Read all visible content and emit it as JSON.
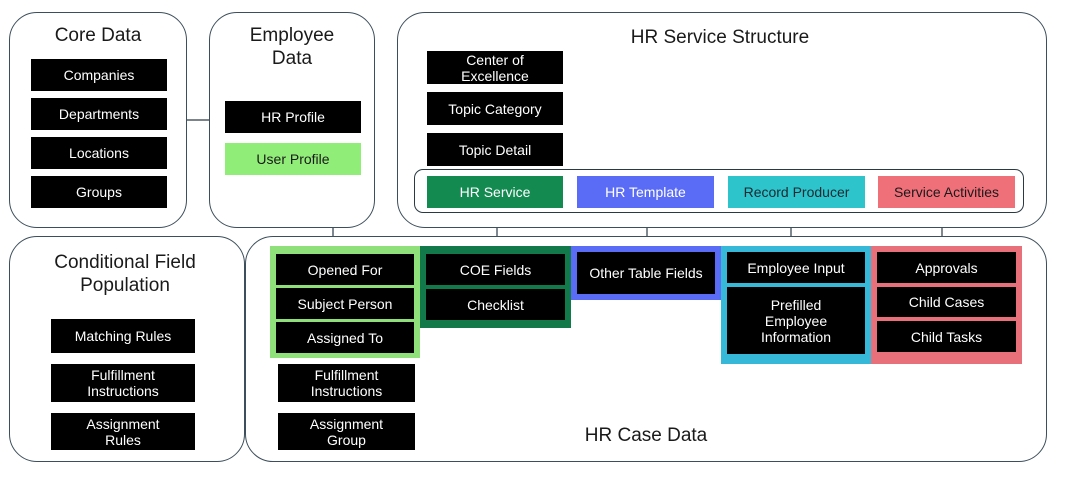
{
  "panels": {
    "core_data": "Core Data",
    "employee_data": "Employee\nData",
    "hr_service_structure": "HR Service Structure",
    "conditional_field_population": "Conditional Field\nPopulation",
    "hr_case_data": "HR Case Data"
  },
  "core_data_items": [
    "Companies",
    "Departments",
    "Locations",
    "Groups"
  ],
  "employee_data_items": [
    "HR Profile",
    "User Profile"
  ],
  "service_structure_items": [
    "Center of\nExcellence",
    "Topic Category",
    "Topic Detail"
  ],
  "service_row": [
    "HR Service",
    "HR Template",
    "Record Producer",
    "Service Activities"
  ],
  "case_user_fields": [
    "Opened For",
    "Subject Person",
    "Assigned To"
  ],
  "case_coe_fields": [
    "COE Fields",
    "Checklist"
  ],
  "case_other_fields": [
    "Other Table Fields"
  ],
  "case_employee_fields": [
    "Employee Input",
    "Prefilled\nEmployee\nInformation"
  ],
  "case_activities": [
    "Approvals",
    "Child Cases",
    "Child Tasks"
  ],
  "conditional_rules": [
    "Matching Rules",
    "Fulfillment\nInstructions",
    "Assignment\nRules"
  ],
  "case_extra_fields": [
    "Fulfillment\nInstructions",
    "Assignment\nGroup"
  ],
  "colors": {
    "user_profile": "#90ee78",
    "hr_service": "#128a50",
    "hr_template": "#5a6cf5",
    "record_producer": "#2ec4cc",
    "service_activities": "#f0707a",
    "frame_green": "#8fe07a",
    "frame_teal": "#127a4a",
    "frame_blue": "#5a6cf5",
    "frame_cyan": "#36b8d8",
    "frame_pink": "#e8707a"
  }
}
